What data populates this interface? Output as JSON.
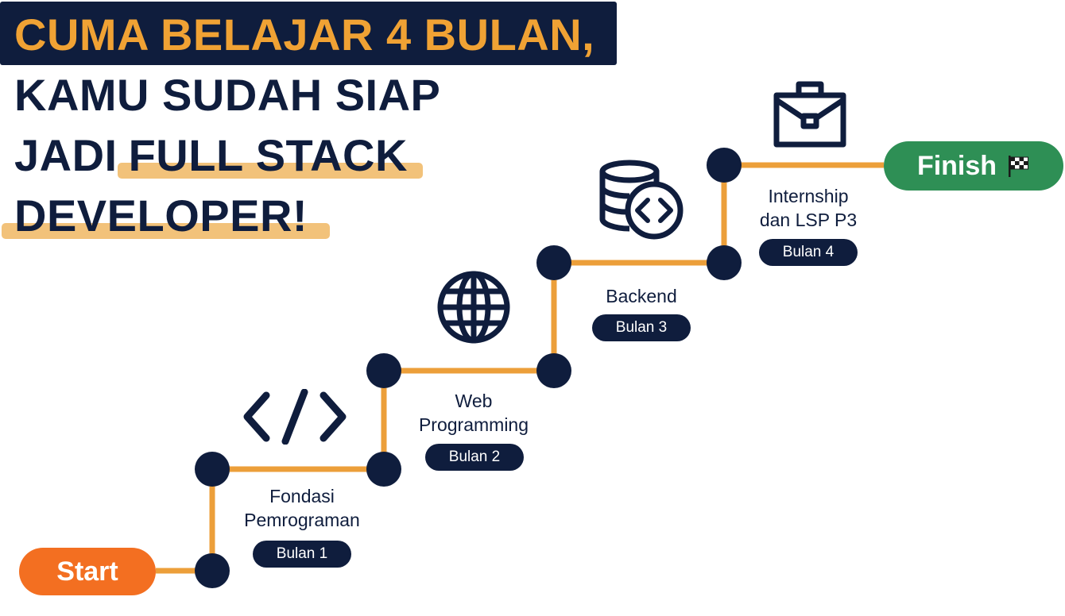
{
  "headline": {
    "line1": "CUMA BELAJAR 4 BULAN,",
    "line2": "KAMU SUDAH SIAP",
    "line3_prefix": "JADI",
    "line3_highlight": "FULL STACK",
    "line4": "DEVELOPER!"
  },
  "roadmap": {
    "start_label": "Start",
    "finish_label": "Finish",
    "stages": [
      {
        "title_lines": [
          "Fondasi",
          "Pemrograman"
        ],
        "month": "Bulan 1",
        "icon": "code-brackets-icon"
      },
      {
        "title_lines": [
          "Web",
          "Programming"
        ],
        "month": "Bulan 2",
        "icon": "globe-icon"
      },
      {
        "title_lines": [
          "Backend"
        ],
        "month": "Bulan 3",
        "icon": "database-code-icon"
      },
      {
        "title_lines": [
          "Internship",
          "dan LSP P3"
        ],
        "month": "Bulan 4",
        "icon": "briefcase-icon"
      }
    ]
  },
  "colors": {
    "navy": "#0f1d3d",
    "orange_text": "#f0a234",
    "path_orange": "#ec9f3a",
    "underline": "#f2c27a",
    "start": "#f36f21",
    "finish": "#2e8f55"
  }
}
